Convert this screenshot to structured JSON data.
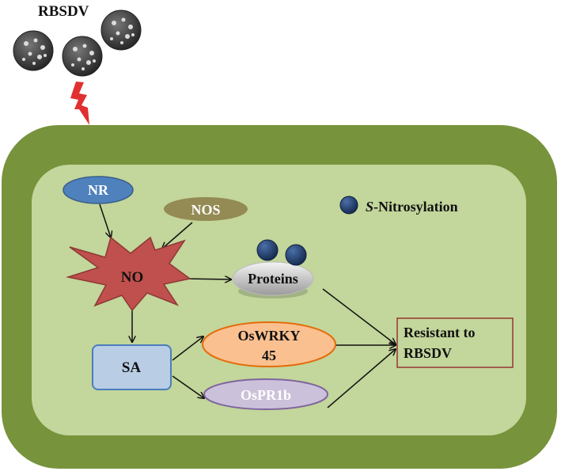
{
  "virus": {
    "label": "RBSDV"
  },
  "legend": {
    "prefix": "S",
    "suffix": "-Nitrosylation"
  },
  "nodes": {
    "nr": "NR",
    "nos": "NOS",
    "no": "NO",
    "proteins": "Proteins",
    "sa": "SA",
    "oswrky_line1": "OsWRKY",
    "oswrky_line2": "45",
    "ospr1b": "OsPR1b",
    "resistant_line1": "Resistant to",
    "resistant_line2": "RBSDV"
  },
  "colors": {
    "cell_wall": "#77933c",
    "cytoplasm": "#c3d69b",
    "nr_fill": "#4f81bd",
    "nos_fill": "#948a54",
    "no_fill": "#c0504d",
    "sa_fill": "#b9cde5",
    "sa_border": "#4a7ebb",
    "oswrky_fill": "#fac090",
    "oswrky_border": "#e46c0a",
    "ospr1b_fill": "#ccc1da",
    "ospr1b_border": "#7f659f",
    "resistant_border": "#953735",
    "nitrosylation_dot": "#1f3864",
    "lightning": "#e03030",
    "virus_particle": "#3a3a3a"
  }
}
